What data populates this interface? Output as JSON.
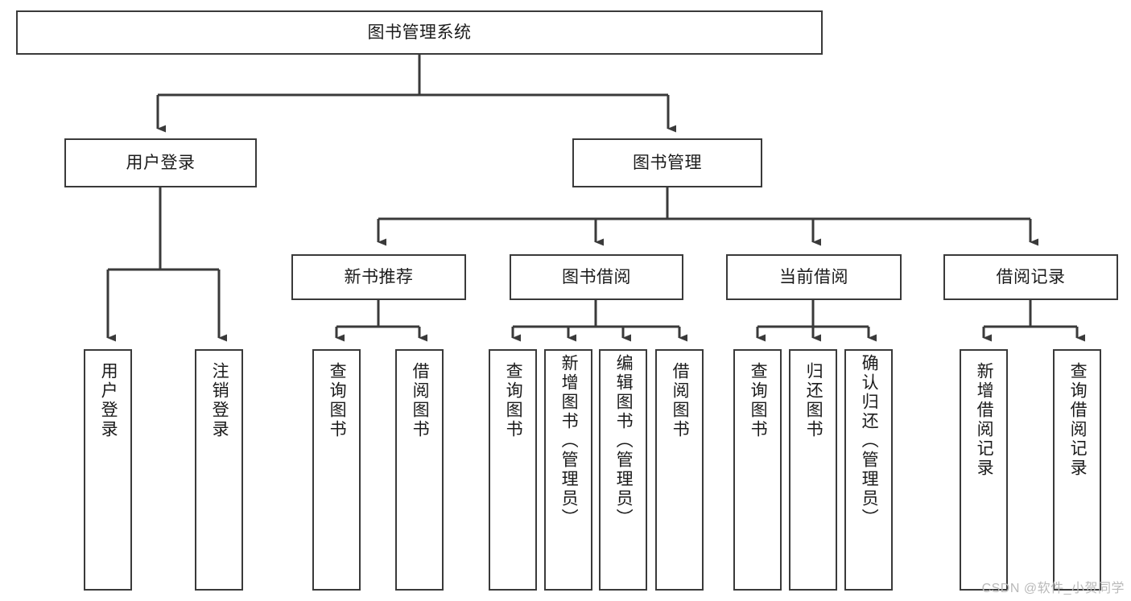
{
  "diagram": {
    "type": "tree-hierarchy",
    "title": "图书管理系统",
    "orientation": "top-down",
    "colors": {
      "box_border": "#3a3a3a",
      "box_fill": "#ffffff",
      "edge": "#3a3a3a",
      "text": "#1b1b1b",
      "watermark": "#b9b9b9",
      "background": "#ffffff"
    },
    "levels": {
      "root": {
        "label": "图书管理系统"
      },
      "level2": [
        {
          "id": "user-login",
          "label": "用户登录"
        },
        {
          "id": "book-manage",
          "label": "图书管理"
        }
      ],
      "level3": [
        {
          "id": "new-book-recommend",
          "label": "新书推荐"
        },
        {
          "id": "book-borrow",
          "label": "图书借阅"
        },
        {
          "id": "current-borrow",
          "label": "当前借阅"
        },
        {
          "id": "borrow-record",
          "label": "借阅记录"
        }
      ],
      "leaves": [
        {
          "id": "leaf-user-login",
          "label": "用户登录",
          "parent": "user-login"
        },
        {
          "id": "leaf-logout",
          "label": "注销登录",
          "parent": "user-login"
        },
        {
          "id": "leaf-query-book-1",
          "label": "查询图书",
          "parent": "new-book-recommend"
        },
        {
          "id": "leaf-borrow-book-1",
          "label": "借阅图书",
          "parent": "new-book-recommend"
        },
        {
          "id": "leaf-query-book-2",
          "label": "查询图书",
          "parent": "book-borrow"
        },
        {
          "id": "leaf-add-book",
          "label": "新增图书（管理员）",
          "parent": "book-borrow"
        },
        {
          "id": "leaf-edit-book",
          "label": "编辑图书（管理员）",
          "parent": "book-borrow"
        },
        {
          "id": "leaf-borrow-book-2",
          "label": "借阅图书",
          "parent": "book-borrow"
        },
        {
          "id": "leaf-query-book-3",
          "label": "查询图书",
          "parent": "current-borrow"
        },
        {
          "id": "leaf-return-book",
          "label": "归还图书",
          "parent": "current-borrow"
        },
        {
          "id": "leaf-confirm-return",
          "label": "确认归还（管理员）",
          "parent": "current-borrow"
        },
        {
          "id": "leaf-add-record",
          "label": "新增借阅记录",
          "parent": "borrow-record"
        },
        {
          "id": "leaf-query-record",
          "label": "查询借阅记录",
          "parent": "borrow-record"
        }
      ]
    }
  },
  "watermark": {
    "text": "CSDN @软件_小贺同学"
  }
}
